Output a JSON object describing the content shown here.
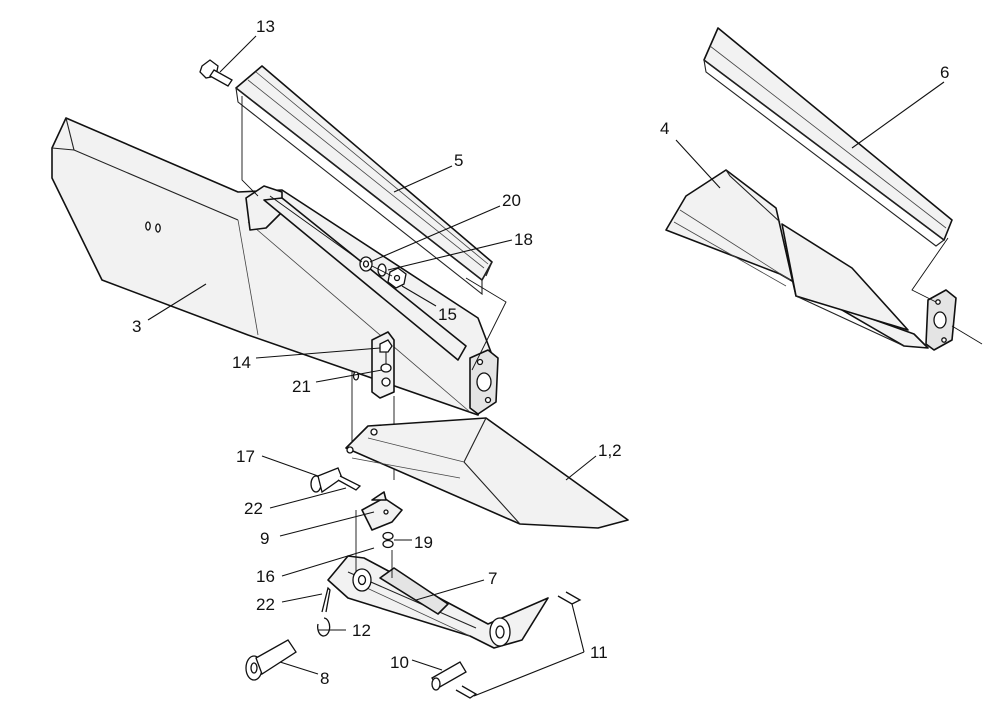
{
  "callouts": [
    {
      "id": "c13",
      "text": "13"
    },
    {
      "id": "c5",
      "text": "5"
    },
    {
      "id": "c20",
      "text": "20"
    },
    {
      "id": "c18",
      "text": "18"
    },
    {
      "id": "c15",
      "text": "15"
    },
    {
      "id": "c3",
      "text": "3"
    },
    {
      "id": "c14",
      "text": "14"
    },
    {
      "id": "c21",
      "text": "21"
    },
    {
      "id": "c12pt",
      "text": "1,2"
    },
    {
      "id": "c17",
      "text": "17"
    },
    {
      "id": "c22a",
      "text": "22"
    },
    {
      "id": "c9",
      "text": "9"
    },
    {
      "id": "c19",
      "text": "19"
    },
    {
      "id": "c16",
      "text": "16"
    },
    {
      "id": "c7",
      "text": "7"
    },
    {
      "id": "c22b",
      "text": "22"
    },
    {
      "id": "c12",
      "text": "12"
    },
    {
      "id": "c8",
      "text": "8"
    },
    {
      "id": "c10",
      "text": "10"
    },
    {
      "id": "c11",
      "text": "11"
    },
    {
      "id": "c6",
      "text": "6"
    },
    {
      "id": "c4",
      "text": "4"
    }
  ]
}
